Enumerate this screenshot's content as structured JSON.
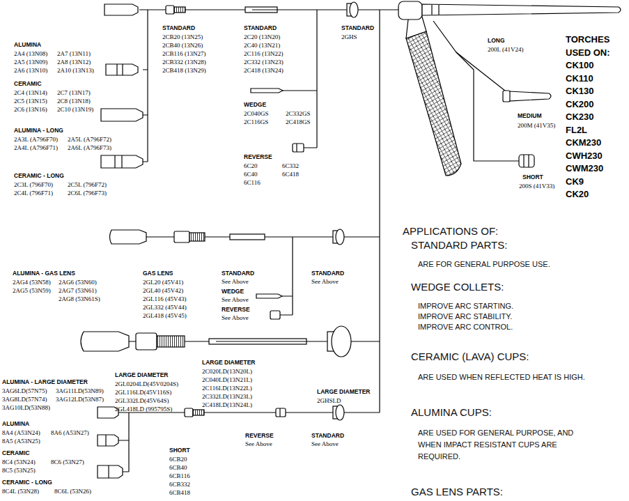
{
  "diagram": {
    "labels": [
      "ALUMINA",
      "2A4 (13N08)",
      "2A5 (13N09)",
      "2A6 (13N10)",
      "2A7 (13N11)",
      "2A8 (13N12)",
      "2A10 (13N13)",
      "CERAMIC",
      "2C4 (13N14)",
      "2C5 (13N15)",
      "2C6 (13N16)",
      "2C7 (13N17)",
      "2C8 (13N18)",
      "2C10 (13N19)",
      "ALUMINA - LONG",
      "2A3L (A796F70)",
      "2A4L (A796F71)",
      "2A5L (A796F72)",
      "2A6L (A796F73)",
      "CERAMIC - LONG",
      "2C3L (796F70)",
      "2C4L (796F71)",
      "2C5L (796F72)",
      "2C6L (796F73)",
      "STANDARD",
      "2CB20 (13N25)",
      "2CB40 (13N26)",
      "2CB116 (13N27)",
      "2CB332 (13N28)",
      "2CB418 (13N29)",
      "STANDARD",
      "2C20 (13N20)",
      "2C40 (13N21)",
      "2C116 (13N22)",
      "2C332 (13N23)",
      "2C418 (13N24)",
      "WEDGE",
      "2C040GS",
      "2C116GS",
      "2C332GS",
      "2C418GS",
      "REVERSE",
      "6C20",
      "6C40",
      "6C116",
      "6C332",
      "6C418",
      "STANDARD",
      "2GHS",
      "LONG",
      "200L (41V24)",
      "MEDIUM",
      "200M (41V35)",
      "SHORT",
      "200S (41V33)",
      "TORCHES",
      "USED ON:",
      "CK100",
      "CK110",
      "CK130",
      "CK200",
      "CK230",
      "FL2L",
      "CKM230",
      "CWH230",
      "CWM230",
      "CK9",
      "CK20",
      "APPLICATIONS OF:",
      "STANDARD PARTS:",
      "ARE FOR GENERAL PURPOSE USE.",
      "WEDGE COLLETS:",
      "IMPROVE ARC STARTING.",
      "IMPROVE ARC STABILITY.",
      "IMPROVE ARC CONTROL.",
      "CERAMIC (LAVA) CUPS:",
      "ARE USED WHEN REFLECTED HEAT IS HIGH.",
      "ALUMINA CUPS:",
      "ARE USED FOR GENERAL PURPOSE, AND WHEN IMPACT RESISTANT CUPS ARE REQUIRED.",
      "GAS LENS PARTS:",
      "ALUMINA - GAS LENS",
      "2AG4 (53N58)",
      "2AG5 (53N59)",
      "2AG6 (53N60)",
      "2AG7 (53N61)",
      "2AG8 (53N61S)",
      "GAS LENS",
      "2GL20 (45V41)",
      "2GL40 (45V42)",
      "2GL116 (45V43)",
      "2GL332 (45V44)",
      "2GL418 (45V45)",
      "STANDARD",
      "See Above",
      "WEDGE",
      "See Above",
      "REVERSE",
      "See Above",
      "STANDARD",
      "See Above",
      "ALUMINA - LARGE DIAMETER",
      "3AG6LD(57N75)",
      "3AG8LD(57N74)",
      "3AG10LD(53N88)",
      "3AG11LD(53N89)",
      "3AG12LD(53N87)",
      "LARGE DIAMETER",
      "2GL0204LD(45V0204S)",
      "2GL116LD(45V116S)",
      "2GL332LD(45V64S)",
      "2GL418LD (995795S)",
      "LARGE DIAMETER",
      "2C020LD(13N20L)",
      "2C040LD(13N21L)",
      "2C116LD(13N22L)",
      "2C332LD(13N23L)",
      "2C418LD(13N24L)",
      "LARGE DIAMETER",
      "2GHSLD",
      "ALUMINA",
      "8A4 (A53N24)",
      "8A5 (A53N25)",
      "8A6 (A53N27)",
      "CERAMIC",
      "8C4 (53N24)",
      "8C5 (53N25)",
      "8C6 (53N27)",
      "CERAMIC - LONG",
      "8C4L (53N28)",
      "8C6L (53N26)",
      "SHORT",
      "6CB20",
      "6CB40",
      "6CB116",
      "6CB332",
      "6CB418",
      "REVERSE",
      "See Above",
      "STANDARD",
      "See Above"
    ]
  }
}
